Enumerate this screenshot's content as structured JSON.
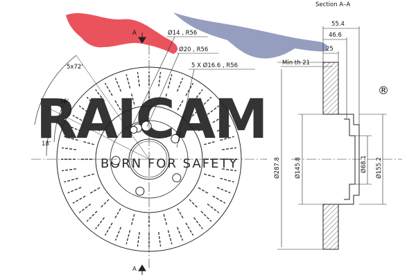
{
  "brand": {
    "name": "RAICAM",
    "registered_mark": "®",
    "slogan": "BORN FOR SAFETY",
    "color_primary": "#e8404a",
    "color_secondary": "#8a93b8"
  },
  "section": {
    "title": "Section A–A",
    "marker": "A"
  },
  "front_view": {
    "pcd_angle": "5x72'",
    "angle_36": "36'",
    "angle_18": "18'",
    "hole_d14": "Ø14 , R56",
    "hole_d20": "Ø20 , R56",
    "bolt_holes": "5 X Ø16.6 , R56"
  },
  "section_view": {
    "min_th": "Min th 21",
    "dim_55": "55.4",
    "dim_46": "46.6",
    "dim_25": "25",
    "dia_outer": "Ø287.8",
    "dia_hat": "Ø145.8",
    "dia_bore": "Ø68.1",
    "dia_hub": "Ø155.2"
  },
  "colors": {
    "line": "#222222",
    "slot": "#333333"
  }
}
